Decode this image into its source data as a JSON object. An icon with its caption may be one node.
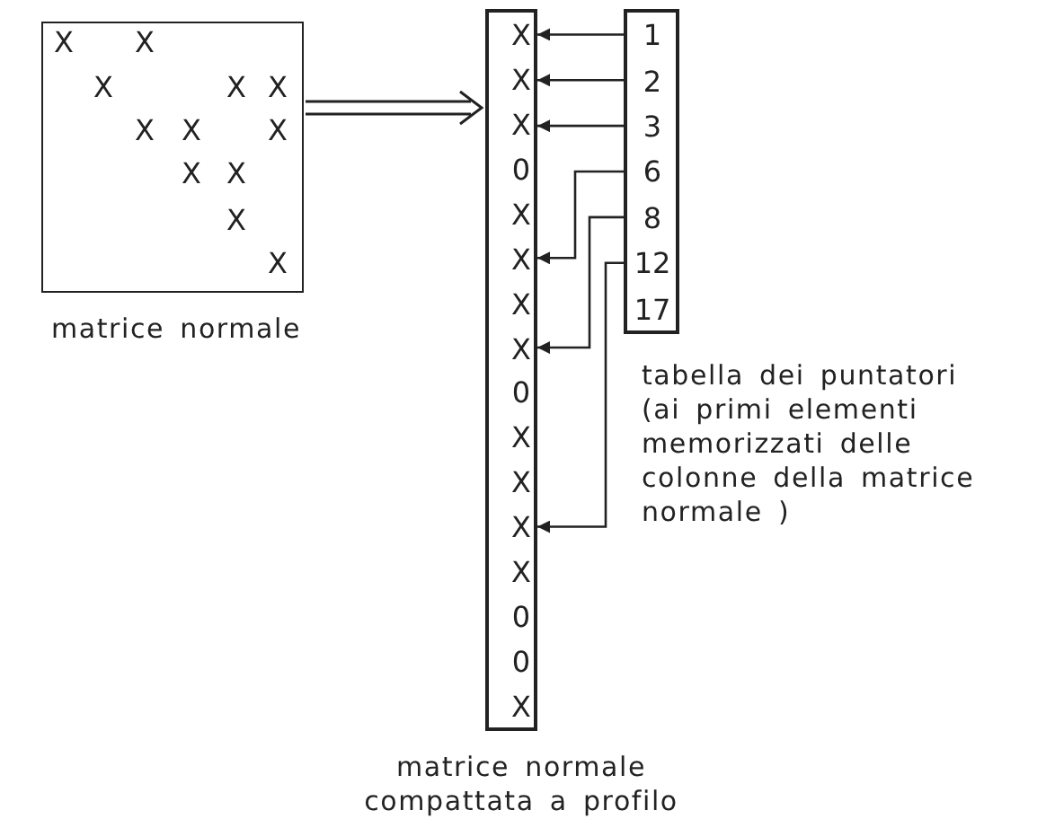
{
  "diagram": {
    "nodes": [
      {
        "text": [],
        "shape": "box",
        "beside": [
          "matrice normale"
        ]
      },
      {
        "text": [],
        "shape": "bar",
        "beside": [
          "matrice normale compattata a profilo"
        ]
      },
      {
        "text": [
          "X"
        ],
        "in": 1
      },
      {
        "text": [
          "X"
        ],
        "in": 1
      },
      {
        "text": [
          "X"
        ],
        "in": 1
      },
      {
        "text": [
          "0"
        ],
        "in": 1
      },
      {
        "text": [
          "X"
        ],
        "in": 1
      },
      {
        "text": [
          "X"
        ],
        "in": 1
      },
      {
        "text": [
          "X"
        ],
        "in": 1
      },
      {
        "text": [
          "X"
        ],
        "in": 1
      },
      {
        "text": [
          "0"
        ],
        "in": 1
      },
      {
        "text": [
          "X"
        ],
        "in": 1
      },
      {
        "text": [
          "X"
        ],
        "in": 1
      },
      {
        "text": [
          "X"
        ],
        "in": 1
      },
      {
        "text": [
          "X"
        ],
        "in": 1
      },
      {
        "text": [
          "0"
        ],
        "in": 1
      },
      {
        "text": [
          "0"
        ],
        "in": 1
      },
      {
        "text": [
          "X"
        ],
        "in": 1
      },
      {
        "text": [],
        "shape": "bar",
        "beside": [
          "tabella dei puntatori (ai primi elementi memorizzati delle colonne della matrice normale )"
        ]
      },
      {
        "text": [
          "1"
        ],
        "in": 18
      },
      {
        "text": [
          "2"
        ],
        "in": 18
      },
      {
        "text": [
          "3"
        ],
        "in": 18
      },
      {
        "text": [
          "6"
        ],
        "in": 18
      },
      {
        "text": [
          "8"
        ],
        "in": 18
      },
      {
        "text": [
          "12"
        ],
        "in": 18
      },
      {
        "text": [
          "17"
        ],
        "in": 18
      }
    ],
    "edges": [
      {
        "from": 0,
        "to": 1,
        "arrow": "to"
      },
      {
        "from": 19,
        "to": 2,
        "arrow": "to"
      },
      {
        "from": 20,
        "to": 3,
        "arrow": "to"
      },
      {
        "from": 21,
        "to": 4,
        "arrow": "to"
      },
      {
        "from": 22,
        "to": 7,
        "arrow": "to"
      },
      {
        "from": 23,
        "to": 9,
        "arrow": "to"
      },
      {
        "from": 24,
        "to": 13,
        "arrow": "to"
      }
    ],
    "labels": [
      "X",
      "X",
      "X",
      "X",
      "X",
      "X",
      "X",
      "X",
      "X",
      "X",
      "X",
      "X"
    ]
  }
}
